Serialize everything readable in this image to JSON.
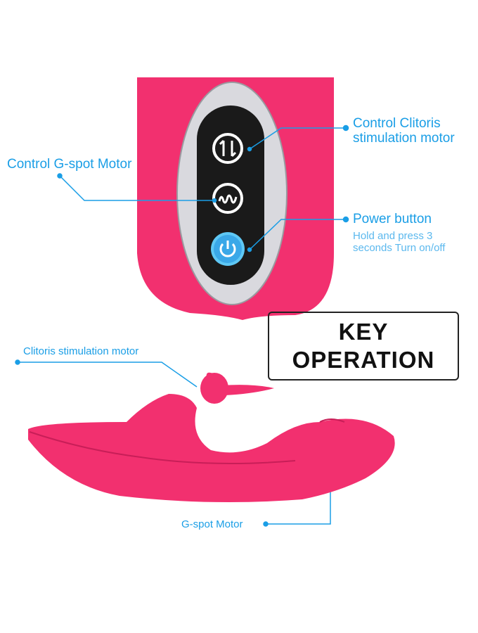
{
  "labels": {
    "control_clitoris": [
      "Control Clitoris",
      "stimulation motor"
    ],
    "control_gspot": "Control G-spot Motor",
    "power_button": "Power button",
    "power_hint": [
      "Hold and press 3",
      "seconds Turn on/off"
    ],
    "clitoris_motor": "Clitoris stimulation motor",
    "gspot_motor": "G-spot Motor"
  },
  "title_box": [
    "KEY",
    "OPERATION"
  ],
  "colors": {
    "accent": "#1a9ee6",
    "body": "#f2306f",
    "panel": "#1a1a1a"
  },
  "icons": [
    "arrows-updown-icon",
    "wave-icon",
    "power-icon"
  ]
}
